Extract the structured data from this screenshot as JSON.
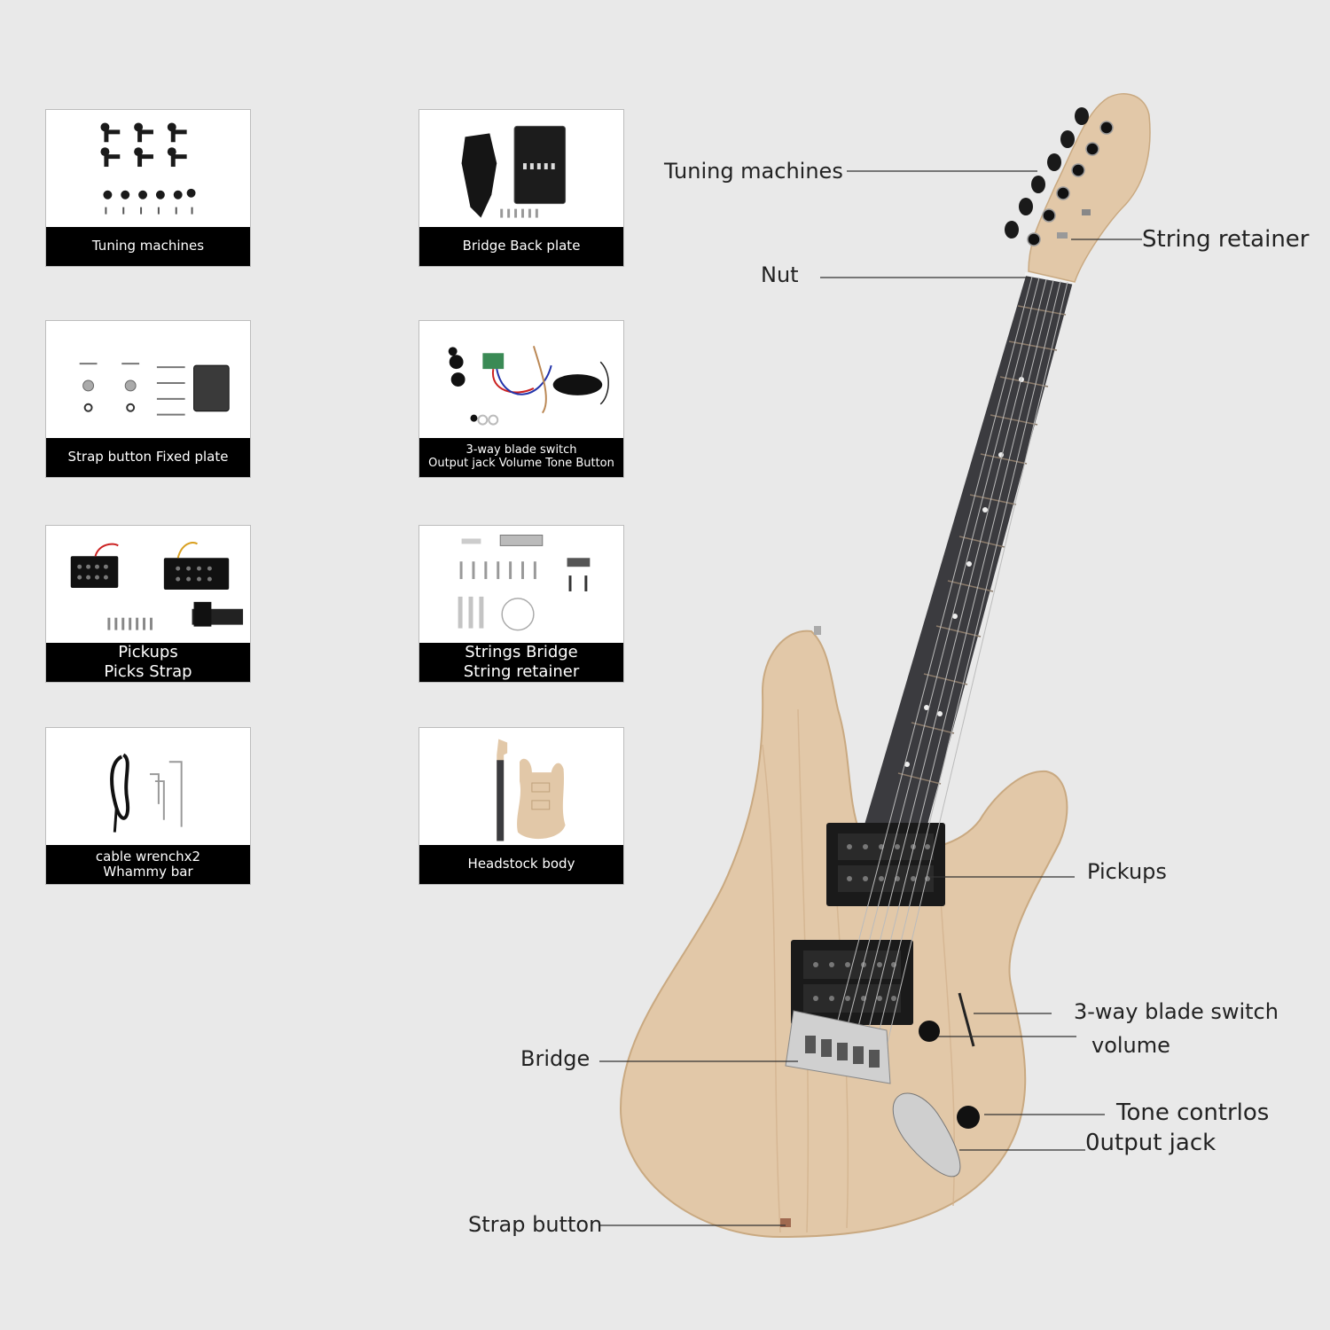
{
  "cards": [
    {
      "id": "tuning-machines",
      "lines": [
        "Tuning machines"
      ]
    },
    {
      "id": "bridge-back-plate",
      "lines": [
        "Bridge  Back plate"
      ]
    },
    {
      "id": "strap-button-fixed-plate",
      "lines": [
        "Strap button  Fixed plate"
      ]
    },
    {
      "id": "switch-jack-controls",
      "lines": [
        "3-way blade switch",
        "Output jack  Volume Tone Button"
      ]
    },
    {
      "id": "pickups-picks-strap",
      "lines": [
        "Pickups",
        "Picks Strap"
      ]
    },
    {
      "id": "strings-bridge-retainer",
      "lines": [
        "Strings Bridge",
        "String retainer"
      ]
    },
    {
      "id": "cable-wrench-whammy",
      "lines": [
        "cable   wrenchx2",
        "Whammy bar"
      ]
    },
    {
      "id": "headstock-body",
      "lines": [
        "Headstock body"
      ]
    }
  ],
  "labels": {
    "tuning_machines": "Tuning machines",
    "string_retainer": "String retainer",
    "nut": "Nut",
    "pickups": "Pickups",
    "blade_switch": "3-way blade switch",
    "volume": "volume",
    "bridge": "Bridge",
    "tone_controls": "Tone contrlos",
    "output_jack": "0utput jack",
    "strap_button": "Strap button"
  },
  "colors": {
    "background": "#e9e9e9",
    "caption_bg": "#000000",
    "wood": "#e2c8a8",
    "fretboard": "#3b3b3f",
    "line": "#333333"
  }
}
